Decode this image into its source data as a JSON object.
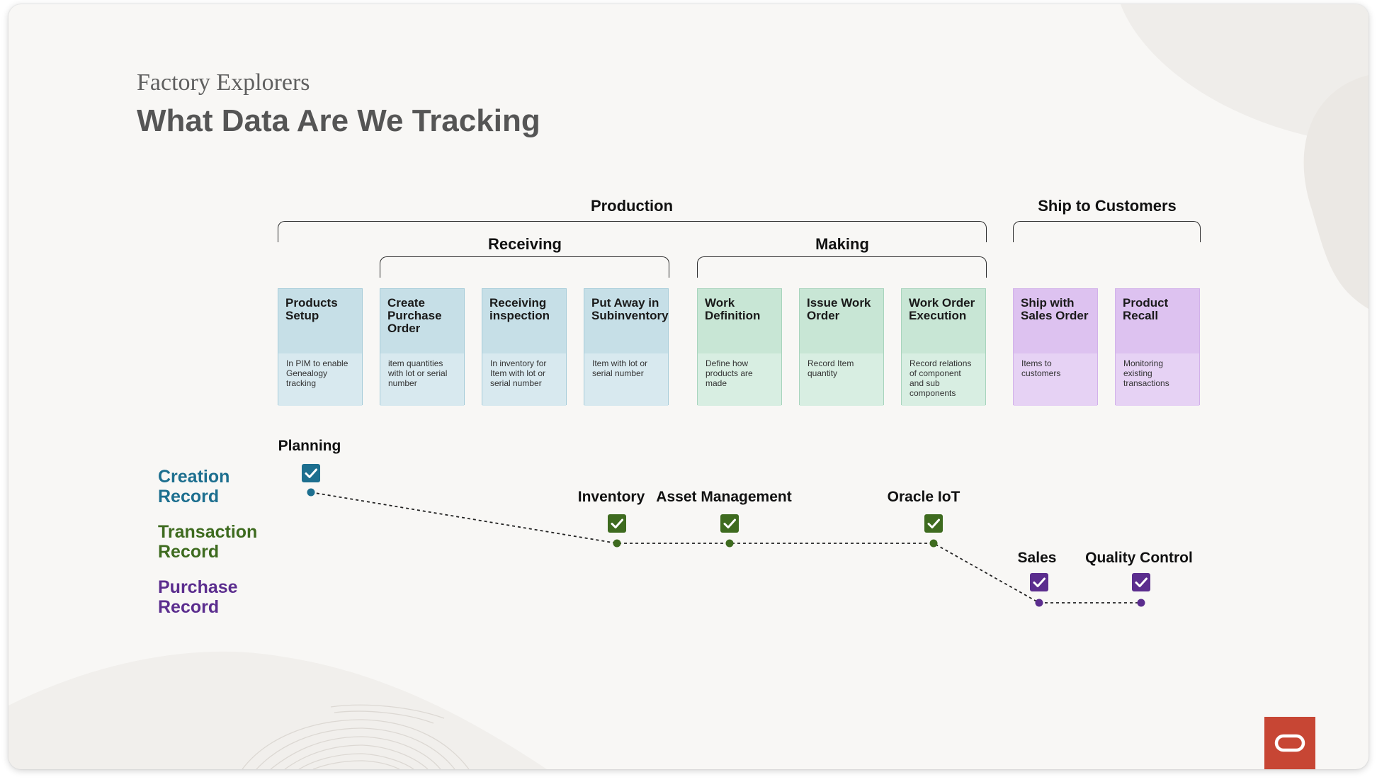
{
  "header": {
    "subtitle": "Factory Explorers",
    "title": "What Data Are We Tracking"
  },
  "groups": {
    "production": "Production",
    "ship": "Ship to Customers",
    "receiving": "Receiving",
    "making": "Making"
  },
  "cards": [
    {
      "title": "Products Setup",
      "desc": "In PIM to enable Genealogy tracking"
    },
    {
      "title": "Create Purchase Order",
      "desc": "item quantities with lot or serial number"
    },
    {
      "title": "Receiving inspection",
      "desc": "In inventory for Item with lot or serial number"
    },
    {
      "title": "Put Away in Subinventory",
      "desc": "Item with lot or serial number"
    },
    {
      "title": "Work Definition",
      "desc": "Define how products are made"
    },
    {
      "title": "Issue Work Order",
      "desc": "Record Item quantity"
    },
    {
      "title": "Work Order Execution",
      "desc": "Record relations of component and sub components"
    },
    {
      "title": "Ship with Sales Order",
      "desc": "Items to customers"
    },
    {
      "title": "Product Recall",
      "desc": "Monitoring existing transactions"
    }
  ],
  "legend": {
    "creation": "Creation\nRecord",
    "transaction": "Transaction\nRecord",
    "purchase": "Purchase\nRecord"
  },
  "milestones": [
    {
      "label": "Planning",
      "record": "creation"
    },
    {
      "label": "Inventory",
      "record": "transaction"
    },
    {
      "label": "Asset Management",
      "record": "transaction"
    },
    {
      "label": "Oracle IoT",
      "record": "transaction"
    },
    {
      "label": "Sales",
      "record": "purchase"
    },
    {
      "label": "Quality Control",
      "record": "purchase"
    }
  ],
  "colors": {
    "creation": "#1d6f8f",
    "transaction": "#3e6b1f",
    "purchase": "#5b2d8e",
    "brand": "#c74634"
  },
  "icons": {
    "milestone": "checkbox-checked-icon",
    "logo": "oracle-logo-icon"
  }
}
